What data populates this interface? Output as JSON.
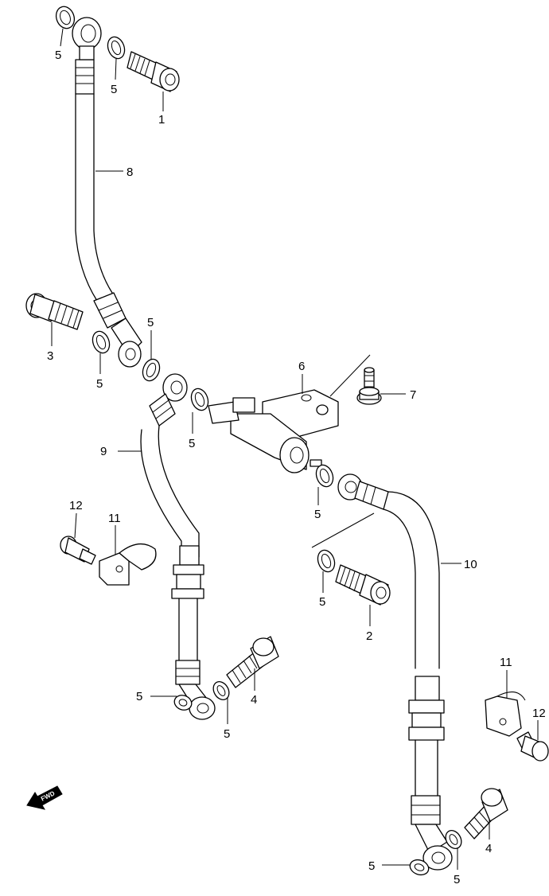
{
  "fwd_label": "FWD",
  "callouts": {
    "c1": "1",
    "c2": "2",
    "c3": "3",
    "c4a": "4",
    "c4b": "4",
    "c5a": "5",
    "c5b": "5",
    "c5c": "5",
    "c5d": "5",
    "c5e": "5",
    "c5f": "5",
    "c5g": "5",
    "c5h": "5",
    "c5i": "5",
    "c5j": "5",
    "c5k": "5",
    "c6": "6",
    "c7": "7",
    "c8": "8",
    "c9": "9",
    "c10": "10",
    "c11a": "11",
    "c11b": "11",
    "c12a": "12",
    "c12b": "12"
  }
}
